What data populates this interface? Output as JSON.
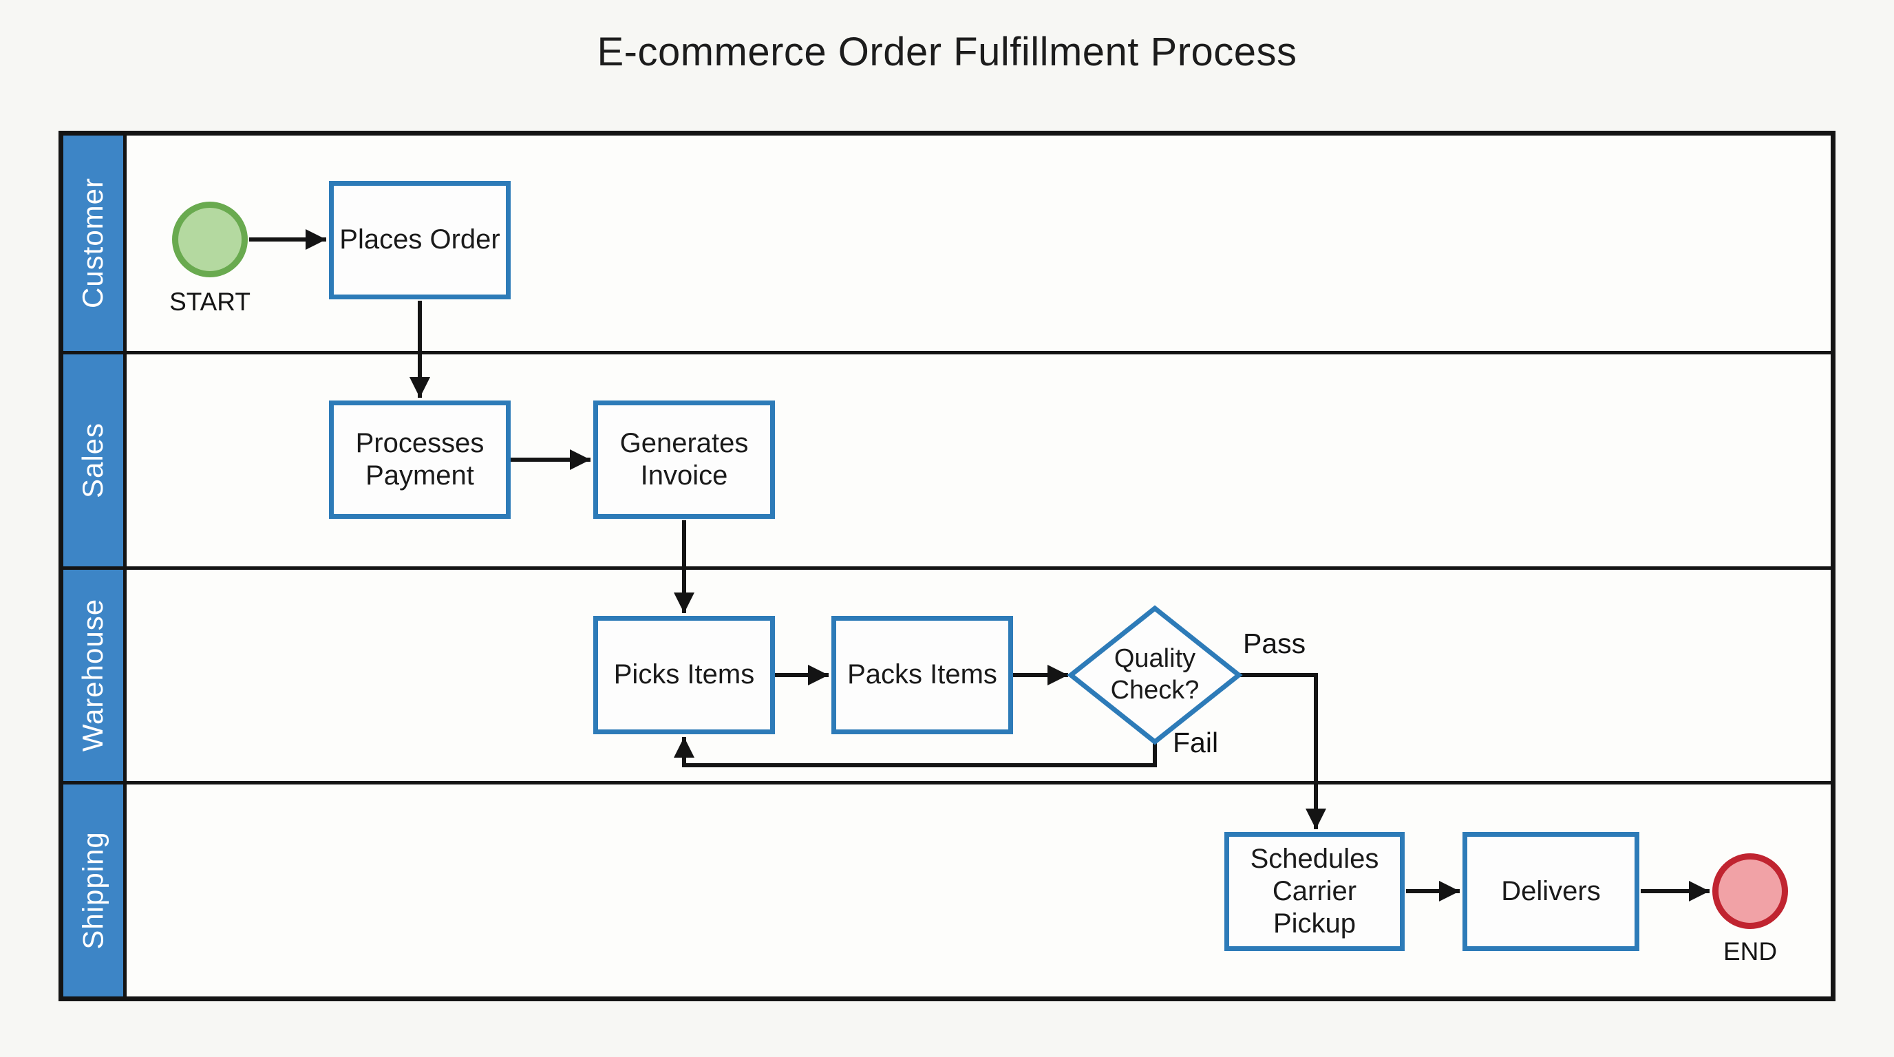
{
  "title": "E-commerce Order Fulfillment Process",
  "lanes": [
    {
      "label": "Customer"
    },
    {
      "label": "Sales"
    },
    {
      "label": "Warehouse"
    },
    {
      "label": "Shipping"
    }
  ],
  "nodes": {
    "start": {
      "label": "START"
    },
    "places_order": {
      "label": "Places Order"
    },
    "processes_payment": {
      "label": "Processes Payment"
    },
    "generates_invoice": {
      "label": "Generates Invoice"
    },
    "picks_items": {
      "label": "Picks Items"
    },
    "packs_items": {
      "label": "Packs Items"
    },
    "quality_check": {
      "label": "Quality Check?"
    },
    "schedules_carrier_pickup": {
      "label": "Schedules Carrier Pickup"
    },
    "delivers": {
      "label": "Delivers"
    },
    "end": {
      "label": "END"
    }
  },
  "edge_labels": {
    "pass": "Pass",
    "fail": "Fail"
  },
  "colors": {
    "lane_bar_blue": "#3d85c6",
    "task_border_blue": "#2d7bb8",
    "start_fill": "#b4d9a0",
    "start_border": "#69aa4f",
    "end_fill": "#f1a2a6",
    "end_border": "#c02430",
    "connector_black": "#141414",
    "lane_text_white": "#ffffff"
  }
}
